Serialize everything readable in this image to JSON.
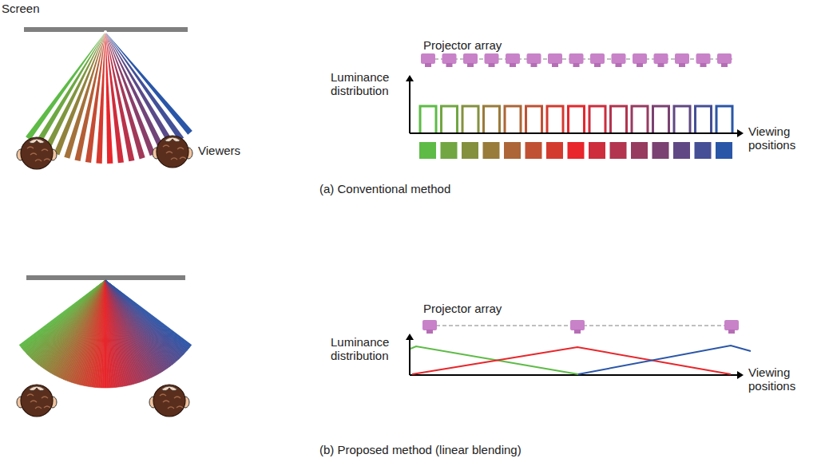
{
  "diagram": {
    "labels": [
      "Screen",
      "Viewers",
      "Projector array",
      "Luminance distribution",
      "Viewing positions",
      "(a) Conventional method",
      "Projector array",
      "Luminance distribution",
      "Viewing positions",
      "(b) Proposed method (linear blending)"
    ]
  }
}
